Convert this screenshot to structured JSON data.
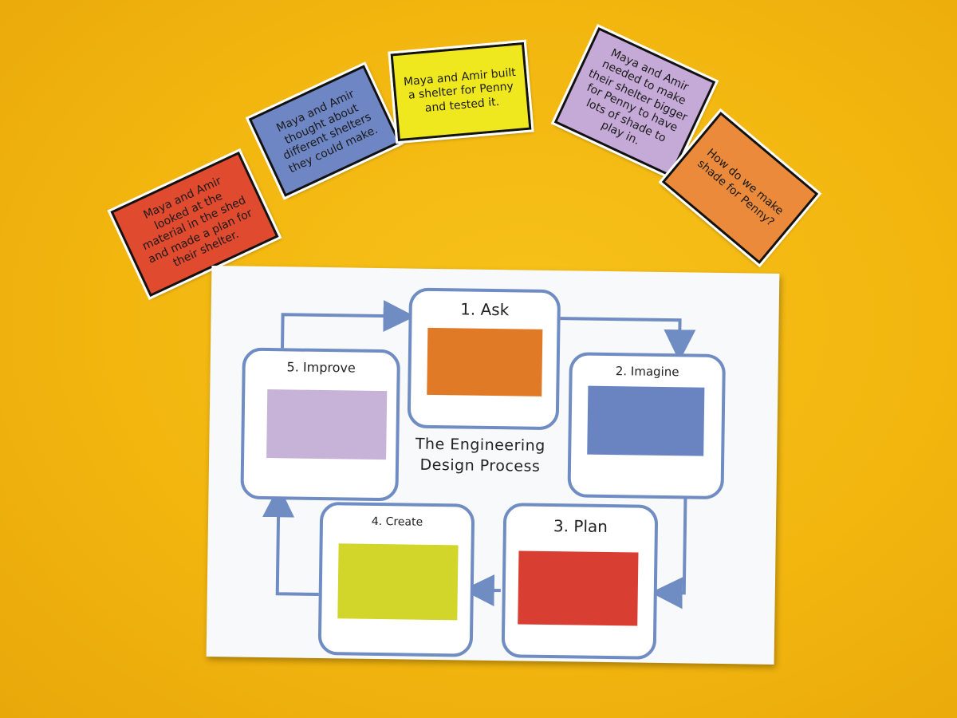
{
  "cards": [
    {
      "text": "Maya and Amir looked at the material in the shed and made a plan for their shelter.",
      "color": "#e04a2e"
    },
    {
      "text": "Maya and Amir thought about different shelters they could make.",
      "color": "#6f86c4"
    },
    {
      "text": "Maya and Amir built a shelter for Penny and tested it.",
      "color": "#efe81e"
    },
    {
      "text": "Maya and Amir needed to make their shelter bigger for Penny to have lots of shade to play in.",
      "color": "#c5a9d6"
    },
    {
      "text": "How do we make shade for Penny?",
      "color": "#ea8a3a"
    }
  ],
  "diagram": {
    "title": "The Engineering Design Process",
    "steps": [
      {
        "label": "1. Ask",
        "color": "#e17a26"
      },
      {
        "label": "2. Imagine",
        "color": "#6a84c2"
      },
      {
        "label": "3. Plan",
        "color": "#d93e33"
      },
      {
        "label": "4. Create",
        "color": "#d3d62a"
      },
      {
        "label": "5. Improve",
        "color": "#c8b3d8"
      }
    ],
    "box_stroke": "#6f8cc3"
  }
}
